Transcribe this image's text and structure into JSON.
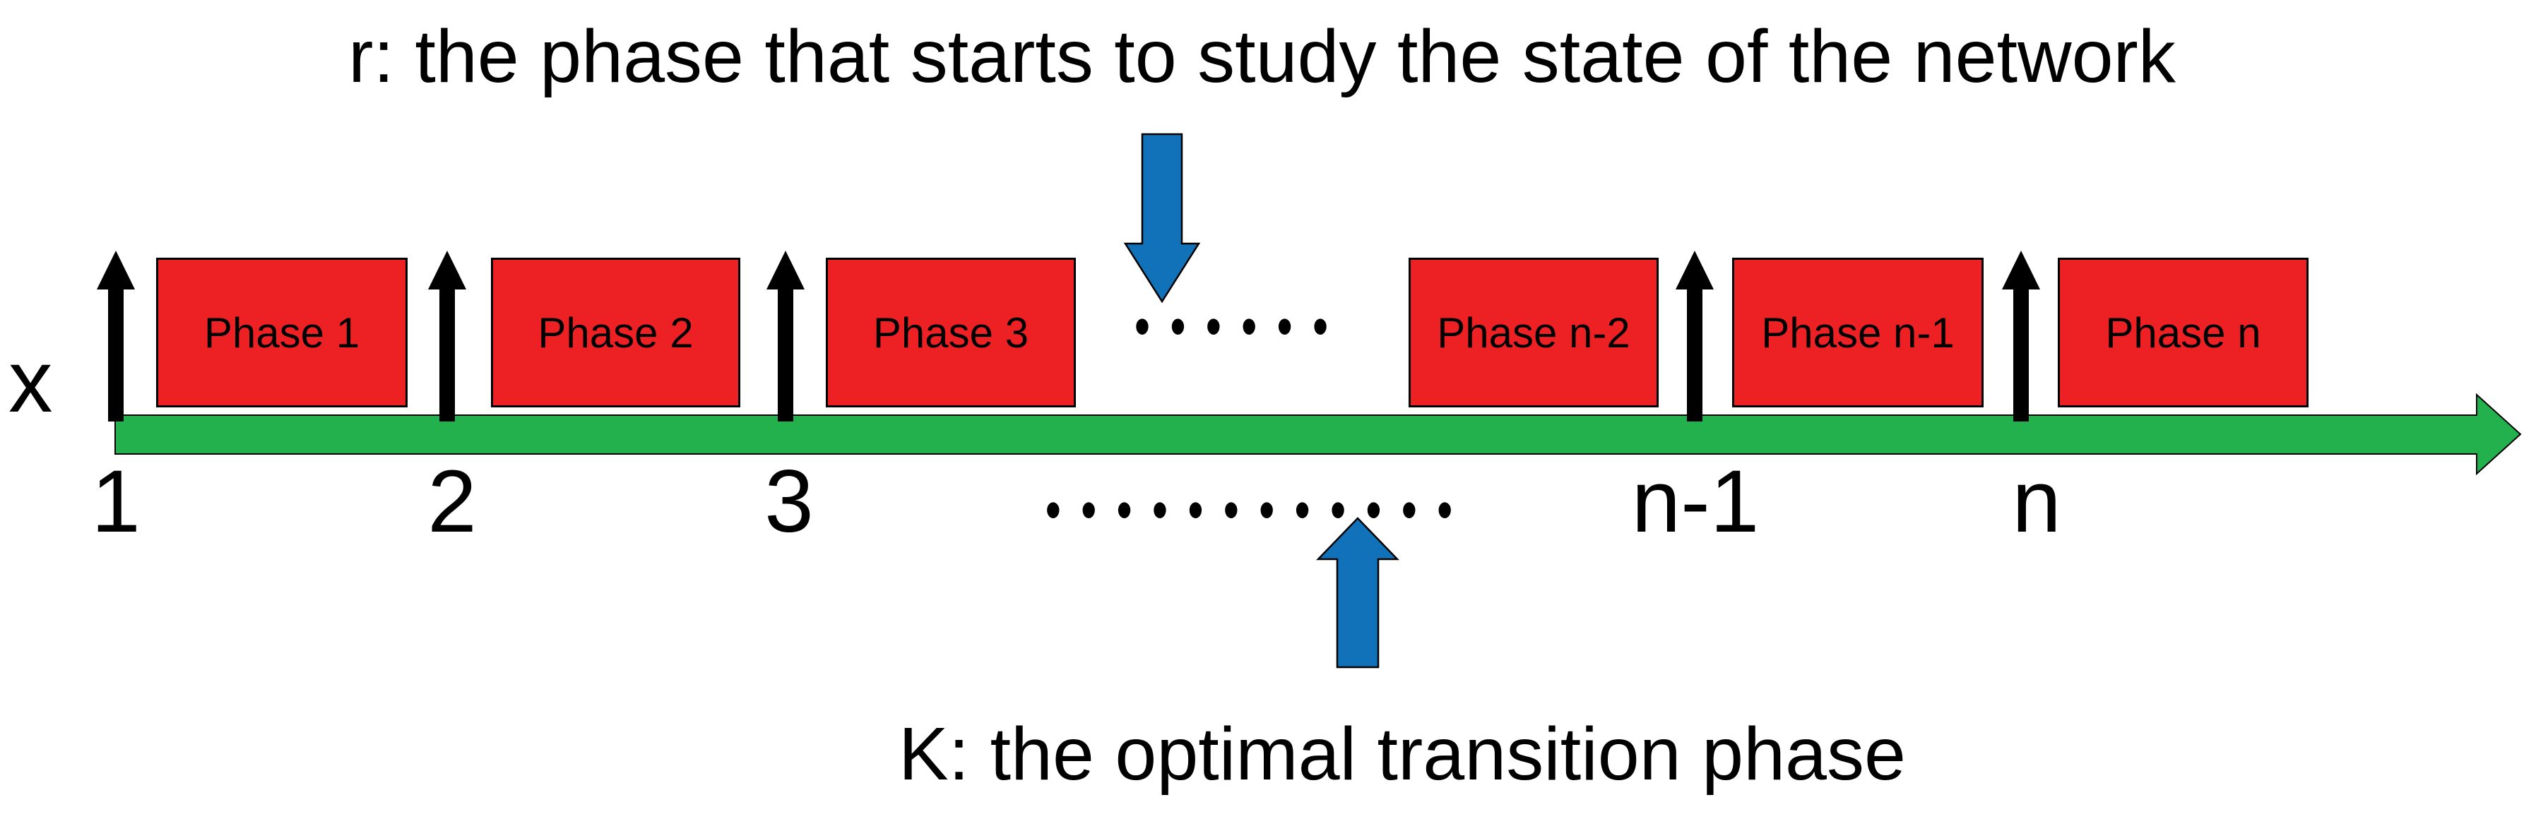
{
  "annotations": {
    "top": "r: the phase that starts to study the state of the network",
    "bottom": "K: the optimal transition phase"
  },
  "axis": {
    "label": "x",
    "ticks": [
      "1",
      "2",
      "3",
      "n-1",
      "n"
    ]
  },
  "phases": [
    {
      "label": "Phase 1"
    },
    {
      "label": "Phase 2"
    },
    {
      "label": "Phase 3"
    },
    {
      "label": "Phase n-2"
    },
    {
      "label": "Phase n-1"
    },
    {
      "label": "Phase n"
    }
  ],
  "ellipses": {
    "between_boxes": "••••••",
    "below_axis": "••••••••••••"
  },
  "colors": {
    "phase_red": "#ED2124",
    "axis_green": "#22B14C",
    "arrow_blue": "#1272B9",
    "arrow_black": "#000000"
  }
}
